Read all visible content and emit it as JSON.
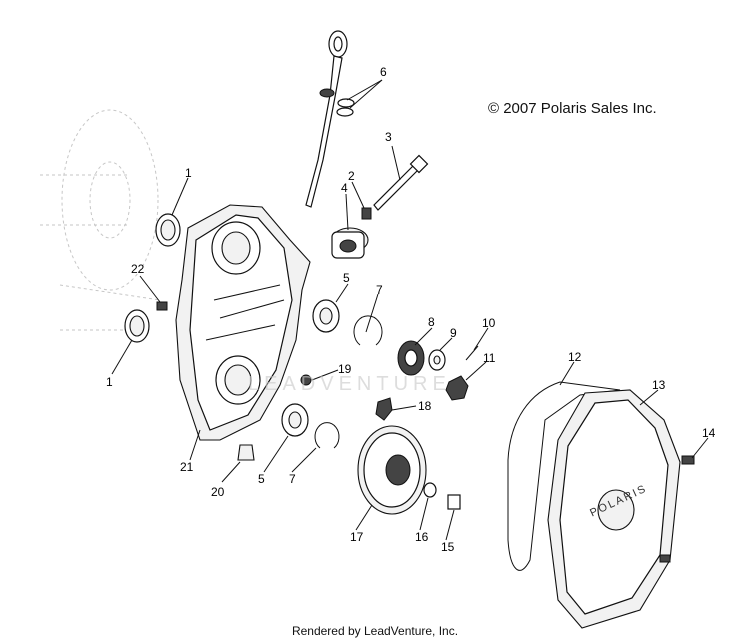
{
  "copyright": "© 2007 Polaris Sales Inc.",
  "footer": "Rendered by LeadVenture, Inc.",
  "watermark": "LEADVENTURE",
  "callouts": [
    "1",
    "2",
    "3",
    "4",
    "5",
    "6",
    "7",
    "8",
    "9",
    "10",
    "11",
    "12",
    "13",
    "14",
    "15",
    "16",
    "17",
    "18",
    "19",
    "20",
    "21",
    "22",
    "1",
    "5",
    "7"
  ],
  "cover_logo": "POLARIS"
}
